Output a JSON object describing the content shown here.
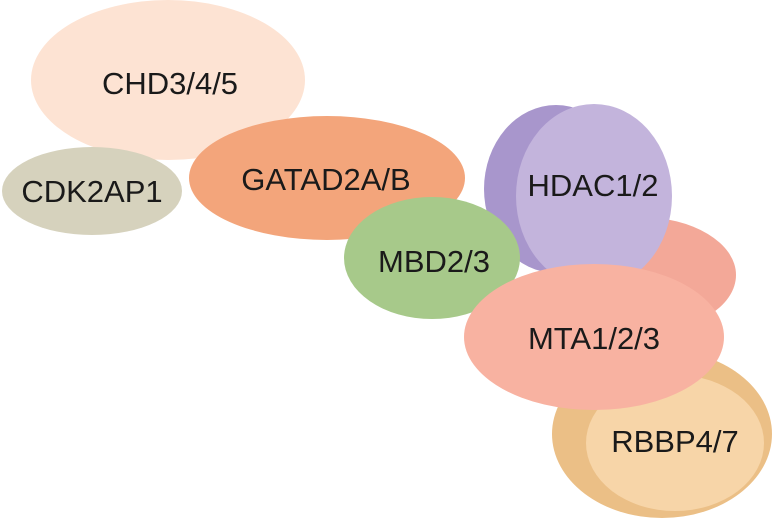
{
  "colors": {
    "chd": "#fde3d3",
    "cdk2ap1": "#d6d2bd",
    "gatad2": "#f3a57b",
    "mbd": "#a7c98a",
    "hdac": "#c3b4dc",
    "hdac_back": "#a896cc",
    "mta": "#f8b2a1",
    "mta_back": "#f3a898",
    "rbbp": "#f7d5a8",
    "rbbp_back": "#ebbf86"
  },
  "proteins": {
    "chd": "CHD3/4/5",
    "cdk2ap1": "CDK2AP1",
    "gatad2": "GATAD2A/B",
    "mbd": "MBD2/3",
    "hdac": "HDAC1/2",
    "mta": "MTA1/2/3",
    "rbbp": "RBBP4/7"
  }
}
